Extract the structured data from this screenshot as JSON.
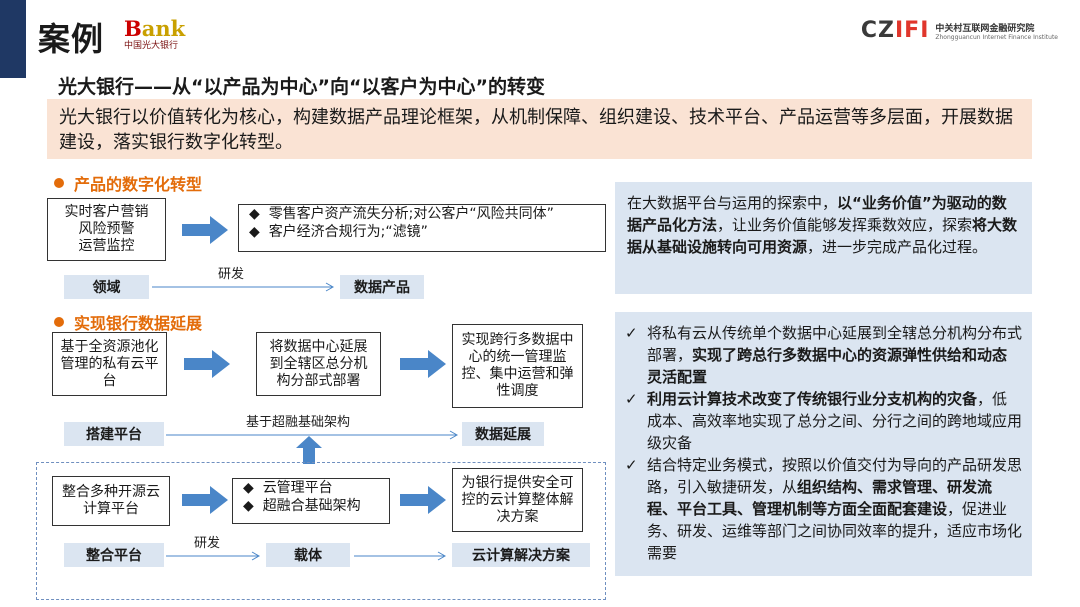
{
  "header": {
    "title": "案例",
    "bank_logo_word_b": "B",
    "bank_logo_word_rest": "ank",
    "bank_logo_sub": "中国光大银行",
    "czifi_mark_a": "CZ",
    "czifi_mark_b": "IFI",
    "czifi_cn": "中关村互联网金融研究院",
    "czifi_en": "Zhongguancun Internet Finance Institute"
  },
  "subtitle": "光大银行——从“以产品为中心”向“以客户为中心”的转变",
  "intro": "光大银行以价值转化为核心，构建数据产品理论框架，从机制保障、组织建设、技术平台、产品运营等多层面，开展数据建设，落实银行数字化转型。",
  "section1": {
    "heading": "产品的数字化转型",
    "left_box": [
      "实时客户营销",
      "风险预警",
      "运营监控"
    ],
    "right_bullets": [
      "零售客户资产流失分析;对公客户“风险共同体”",
      "客户经济合规行为;“滤镜”"
    ],
    "bullet_symbol": "◆",
    "label_left": "领域",
    "label_mid": "研发",
    "label_right": "数据产品"
  },
  "section2": {
    "heading": "实现银行数据延展",
    "box1": "基于全资源池化管理的私有云平台",
    "box2": "将数据中心延展到全辖区总分机构分部式部署",
    "box3": "实现跨行多数据中心的统一管理监控、集中运营和弹性调度",
    "label_left": "搭建平台",
    "label_mid": "基于超融基础架构",
    "label_right": "数据延展"
  },
  "section3": {
    "box1": "整合多种开源云计算平台",
    "bullets": [
      "云管理平台",
      "超融合基础架构"
    ],
    "bullet_symbol": "◆",
    "box3": "为银行提供安全可控的云计算整体解决方案",
    "label_left": "整合平台",
    "label_mid1": "研发",
    "label_mid2": "载体",
    "label_right": "云计算解决方案"
  },
  "panel_top": {
    "t1": "在大数据平台与运用的探索中，",
    "b1": "以“业务价值”为驱动的数据产品化方法",
    "t2": "，让业务价值能够发挥乘数效应，探索",
    "b2": "将大数据从基础设施转向可用资源",
    "t3": "，进一步完成产品化过程。"
  },
  "panel_bottom": {
    "check": "✓",
    "item1_t1": "将私有云从传统单个数据中心延展到全辖总分机构分布式部署，",
    "item1_b1": "实现了跨总行多数据中心的资源弹性供给和动态灵活配置",
    "item2_b1": "利用云计算技术改变了传统银行业分支机构的灾备",
    "item2_t1": "，低成本、高效率地实现了总分之间、分行之间的跨地域应用级灾备",
    "item3_t1": "结合特定业务模式，按照以价值交付为导向的产品研发思路，引入敏捷研发，从",
    "item3_b1": "组织结构、需求管理、研发流程、平台工具、管理机制等方面全面配套建设",
    "item3_t2": "，促进业务、研发、运维等部门之间协同效率的提升，适应市场化需要"
  },
  "colors": {
    "accent_orange": "#e36c0a",
    "arrow_blue": "#4a86c8",
    "panel_blue": "#dbe5f1",
    "intro_peach": "#fae3d4",
    "side_navy": "#1f3864"
  }
}
